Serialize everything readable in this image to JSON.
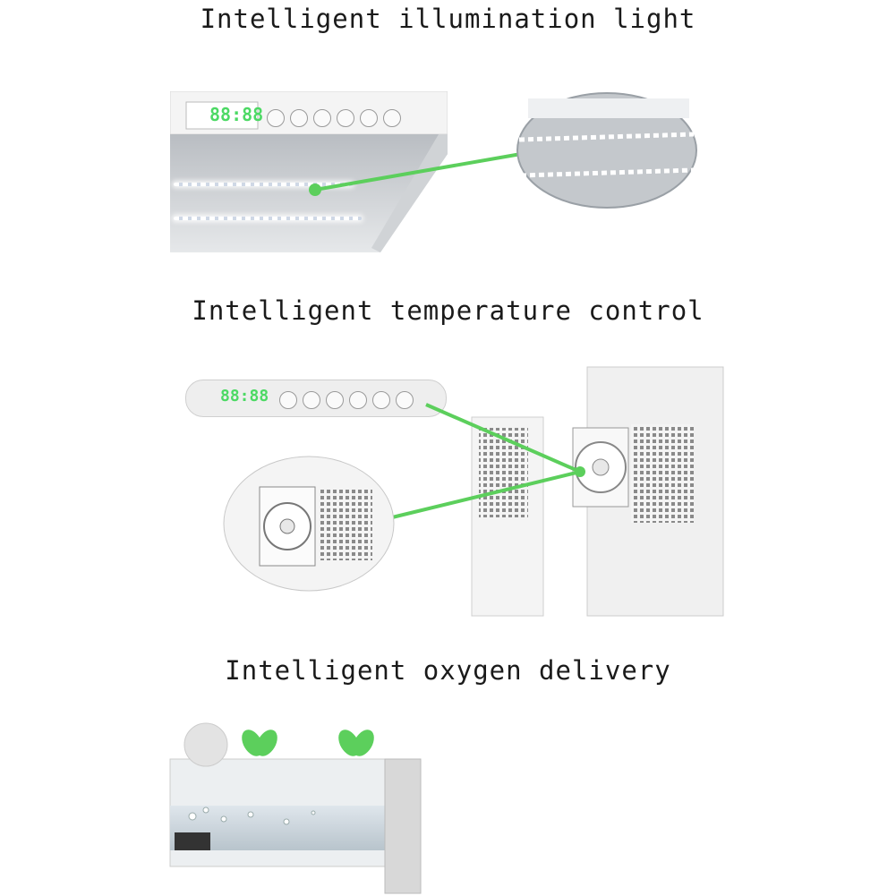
{
  "sections": [
    {
      "title": "Intelligent illumination light"
    },
    {
      "title": "Intelligent temperature control"
    },
    {
      "title": "Intelligent oxygen delivery"
    }
  ],
  "control_panel": {
    "display": "88:88"
  },
  "colors": {
    "accent_green": "#5ccf5c",
    "led_white": "#ffffff",
    "plastic_white": "#f2f2f2",
    "glass_gray": "#c9cdd1"
  },
  "icons": [
    "fan-icon",
    "leaf-icon",
    "led-strip"
  ]
}
